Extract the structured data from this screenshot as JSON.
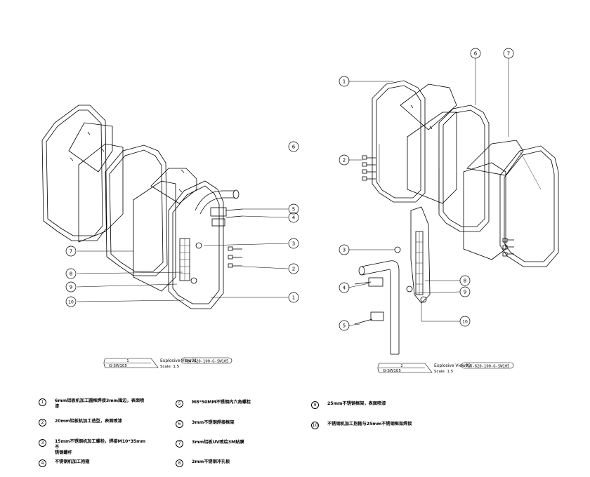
{
  "left_view": {
    "badge_number": "1",
    "badge_sheet": "G-SW105",
    "name": "Explosive View01",
    "scale": "Scale: 1:5",
    "drawing_ref": "716-620-100-G-SW105",
    "callouts": [
      "1",
      "2",
      "3",
      "4",
      "5",
      "6",
      "7",
      "8",
      "9",
      "10"
    ]
  },
  "right_view": {
    "badge_number": "2",
    "badge_sheet": "G-SW105",
    "name": "Explosive View02",
    "scale": "Scale: 1:5",
    "drawing_ref": "716-620-100-G-SW105",
    "callouts": [
      "1",
      "2",
      "3",
      "4",
      "5",
      "6",
      "7",
      "8",
      "9",
      "10"
    ]
  },
  "legend": [
    {
      "num": "1",
      "text": "6mm铝板机加工圆框焊接3mm围边，表面喷漆"
    },
    {
      "num": "2",
      "text": "20mm铝板机加工造型，表面喷漆"
    },
    {
      "num": "3",
      "text": "15mm不锈钢机加工螺栓，焊接M10*35mm不\n锈钢螺杆"
    },
    {
      "num": "4",
      "text": "不锈钢机加工抱箍"
    },
    {
      "num": "5",
      "text": "M8*50MM不锈钢内六角螺栓"
    },
    {
      "num": "6",
      "text": "3mm不锈钢焊接框架"
    },
    {
      "num": "7",
      "text": "3mm铝板UV喷绘3M贴膜"
    },
    {
      "num": "8",
      "text": "2mm不锈钢冲孔板"
    },
    {
      "num": "9",
      "text": "25mm不锈钢框架，表面喷漆"
    },
    {
      "num": "10",
      "text": "不锈钢机加工抱箍与25mm不锈钢框架焊接"
    }
  ]
}
